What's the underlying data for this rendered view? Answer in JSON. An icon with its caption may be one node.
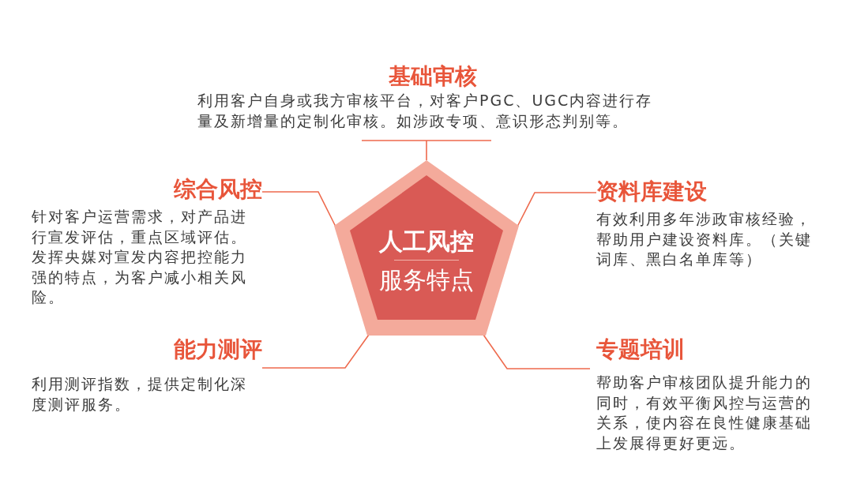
{
  "diagram": {
    "nodes": [
      {
        "text": [
          "人工风控",
          "服务特点"
        ]
      },
      {
        "text": [
          "基础审核",
          "利用客户自身或我方审核平台，对客户PGC、UGC内容进行存量及新增量的定制化审核。如涉政专项、意识形态判别等。"
        ]
      },
      {
        "text": [
          "综合风控",
          "针对客户运营需求，对产品进行宣发评估，重点区域评估。发挥央媒对宣发内容把控能力强的特点，为客户减小相关风险。"
        ]
      },
      {
        "text": [
          "资料库建设",
          "有效利用多年涉政审核经验，帮助用户建设资料库。（关键词库、黑白名单库等）"
        ]
      },
      {
        "text": [
          "能力测评",
          "利用测评指数，提供定制化深度测评服务。"
        ]
      },
      {
        "text": [
          "专题培训",
          "帮助客户审核团队提升能力的同时，有效平衡风控与运营的关系，使内容在良性健康基础上发展得更好更远。"
        ]
      }
    ],
    "edges": [
      {
        "from": 0,
        "to": 1,
        "arrow": "none"
      },
      {
        "from": 0,
        "to": 2,
        "arrow": "none"
      },
      {
        "from": 0,
        "to": 3,
        "arrow": "none"
      },
      {
        "from": 0,
        "to": 4,
        "arrow": "none"
      },
      {
        "from": 0,
        "to": 5,
        "arrow": "none"
      }
    ]
  }
}
